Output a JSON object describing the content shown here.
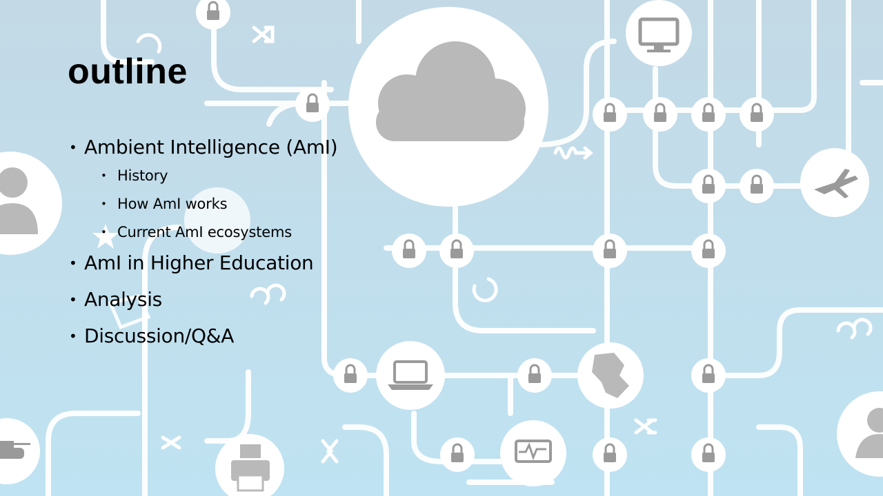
{
  "slide": {
    "title": "outline",
    "bullets": [
      {
        "text": "Ambient Intelligence (AmI)",
        "level": 1
      },
      {
        "text": "History",
        "level": 2
      },
      {
        "text": "How AmI works",
        "level": 2
      },
      {
        "text": "Current AmI ecosystems",
        "level": 2
      },
      {
        "text": "AmI in Higher Education",
        "level": 1
      },
      {
        "text": "Analysis",
        "level": 1
      },
      {
        "text": "Discussion/Q&A",
        "level": 1
      }
    ]
  },
  "background": {
    "colors": {
      "sky_top": "#c3d9e6",
      "sky_bottom": "#bfe3f2",
      "line": "#ffffff",
      "cloud": "#b9b9b9",
      "icon": "#9a9a9a"
    },
    "icons": [
      "cloud-icon",
      "lock-icon",
      "monitor-icon",
      "airplane-icon",
      "person-icon",
      "laptop-icon",
      "map-icon",
      "printer-icon",
      "heart-monitor-icon",
      "shuffle-icon",
      "refresh-icon",
      "tank-icon",
      "star-icon",
      "wave-icon"
    ]
  }
}
